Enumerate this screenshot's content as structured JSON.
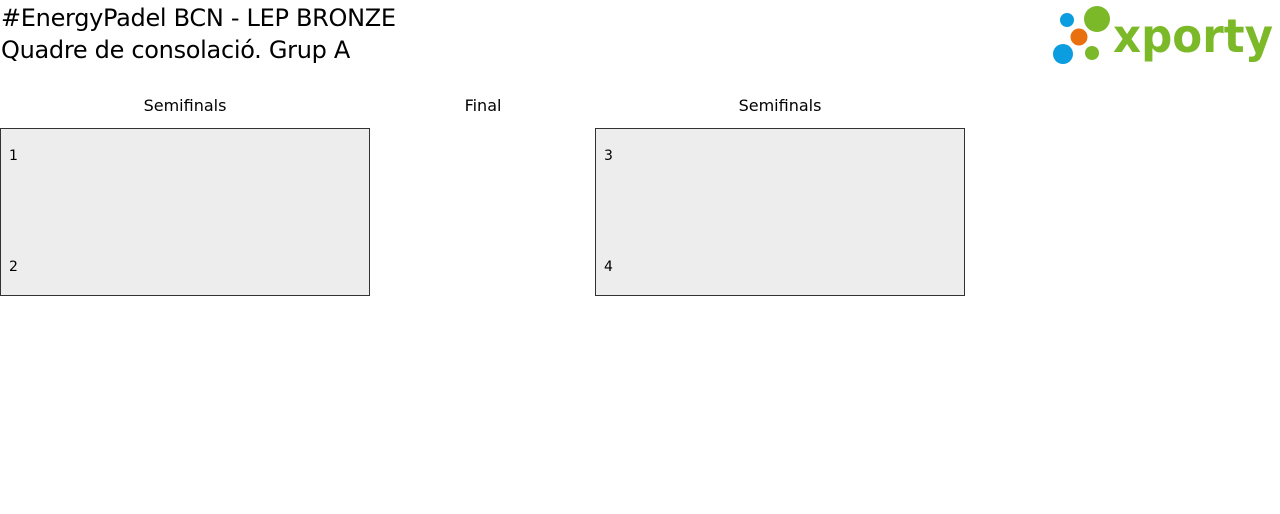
{
  "header": {
    "title": "#EnergyPadel BCN - LEP BRONZE",
    "subtitle": "Quadre de consolació. Grup A"
  },
  "logo": {
    "text": "xporty",
    "colors": {
      "green": "#7cb928",
      "blue": "#0b9de0",
      "orange": "#e8700e"
    }
  },
  "rounds": [
    "Semifinals",
    "Final",
    "Semifinals"
  ],
  "matches": [
    {
      "seeds": [
        "1",
        "2"
      ]
    },
    {
      "seeds": [
        "3",
        "4"
      ]
    }
  ]
}
